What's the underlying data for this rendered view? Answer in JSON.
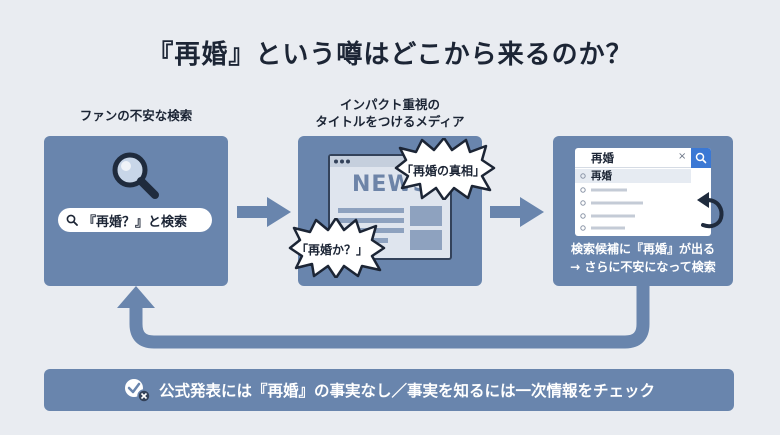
{
  "title": "『再婚』という噂はどこから来るのか？",
  "steps": [
    {
      "label": "ファンの不安な検索",
      "search_text": "『再婚？』と検索"
    },
    {
      "label_line1": "インパクト重視の",
      "label_line2": "タイトルをつけるメディア",
      "browser_text": "NEWS",
      "burst1": "「再婚の真相」",
      "burst2": "「再婚か？」"
    },
    {
      "suggest_query": "再婚",
      "suggest_first": "再婚",
      "suggest_close": "×",
      "caption_line1": "検索候補に『再婚』が出る",
      "caption_line2": "→ さらに不安になって検索"
    }
  ],
  "footer": {
    "text": "公式発表には『再婚』の事実なし／事実を知るには一次情報をチェック"
  },
  "colors": {
    "panel": "#6985ad",
    "background": "#e9ecf1",
    "dark": "#33425a",
    "accent_blue": "#3b78d4"
  },
  "icons": [
    "magnifier-icon",
    "search-icon",
    "browser-icon",
    "speech-burst-icon",
    "refresh-arrow-icon",
    "check-cross-icon",
    "flow-arrow-icon",
    "loop-arrow-icon"
  ]
}
